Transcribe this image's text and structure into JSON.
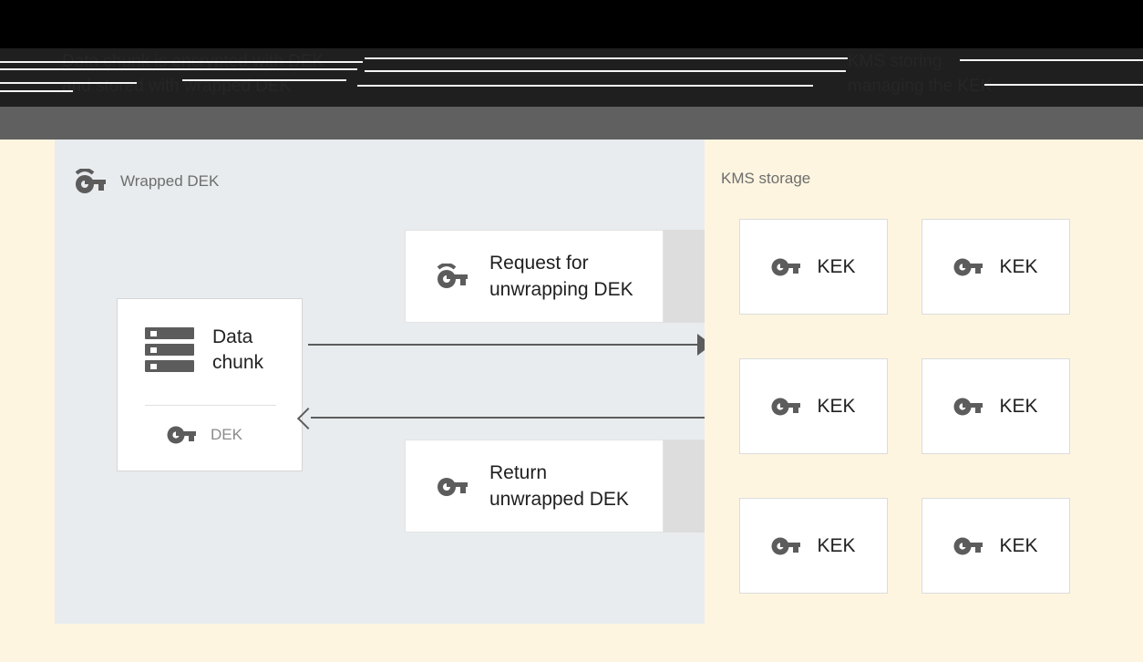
{
  "banner": {
    "headline_left": "Data chunk is encrypted with DEK\nand stored with wrapped DEK",
    "headline_right": "KMS storing\nmanaging the KEK"
  },
  "left_panel": {
    "title": "Wrapped DEK",
    "title_icon": "wrapped-key-icon",
    "data_chunk_card": {
      "icon": "storage-stack-icon",
      "label": "Data\nchunk",
      "key_icon": "key-icon",
      "key_label": "DEK"
    },
    "messages": [
      {
        "icon": "wrapped-key-icon",
        "text": "Request for\nunwrapping DEK"
      },
      {
        "icon": "key-icon",
        "text": "Return\nunwrapped DEK"
      }
    ],
    "arrows": [
      {
        "name": "request-arrow",
        "direction": "right"
      },
      {
        "name": "response-arrow",
        "direction": "left"
      }
    ]
  },
  "right_panel": {
    "title": "KMS storage",
    "kek_cards": [
      {
        "icon": "key-icon",
        "label": "KEK"
      },
      {
        "icon": "key-icon",
        "label": "KEK"
      },
      {
        "icon": "key-icon",
        "label": "KEK"
      },
      {
        "icon": "key-icon",
        "label": "KEK"
      },
      {
        "icon": "key-icon",
        "label": "KEK"
      },
      {
        "icon": "key-icon",
        "label": "KEK"
      }
    ]
  },
  "colors": {
    "page_background": "#fdf5e0",
    "left_panel_background": "#e8ecef",
    "band_black": "#000000",
    "band_dark": "#1f1f1f",
    "band_gray": "#606060",
    "icon_gray": "#5c5c5c",
    "muted_text": "#6e6e6e",
    "body_text": "#1f1f1f"
  }
}
